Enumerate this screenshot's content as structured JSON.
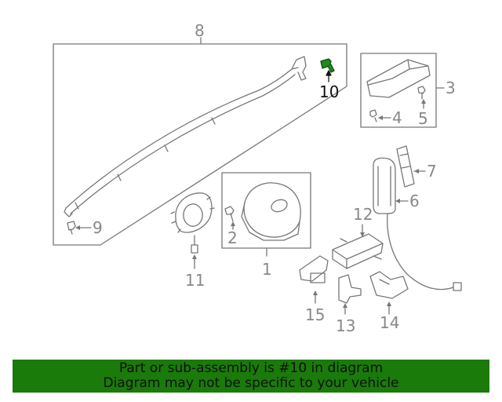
{
  "callouts": {
    "c1": "1",
    "c2": "2",
    "c3": "3",
    "c4": "4",
    "c5": "5",
    "c6": "6",
    "c7": "7",
    "c8": "8",
    "c9": "9",
    "c10": "10",
    "c11": "11",
    "c12": "12",
    "c13": "13",
    "c14": "14",
    "c15": "15"
  },
  "banner": {
    "line1": "Part or sub-assembly is #10 in diagram",
    "line2": "Diagram may not be specific to your vehicle"
  },
  "colors": {
    "banner_bg": "#1a7a0a",
    "highlight_part": "#1e8c1e",
    "line_art": "#777777"
  }
}
